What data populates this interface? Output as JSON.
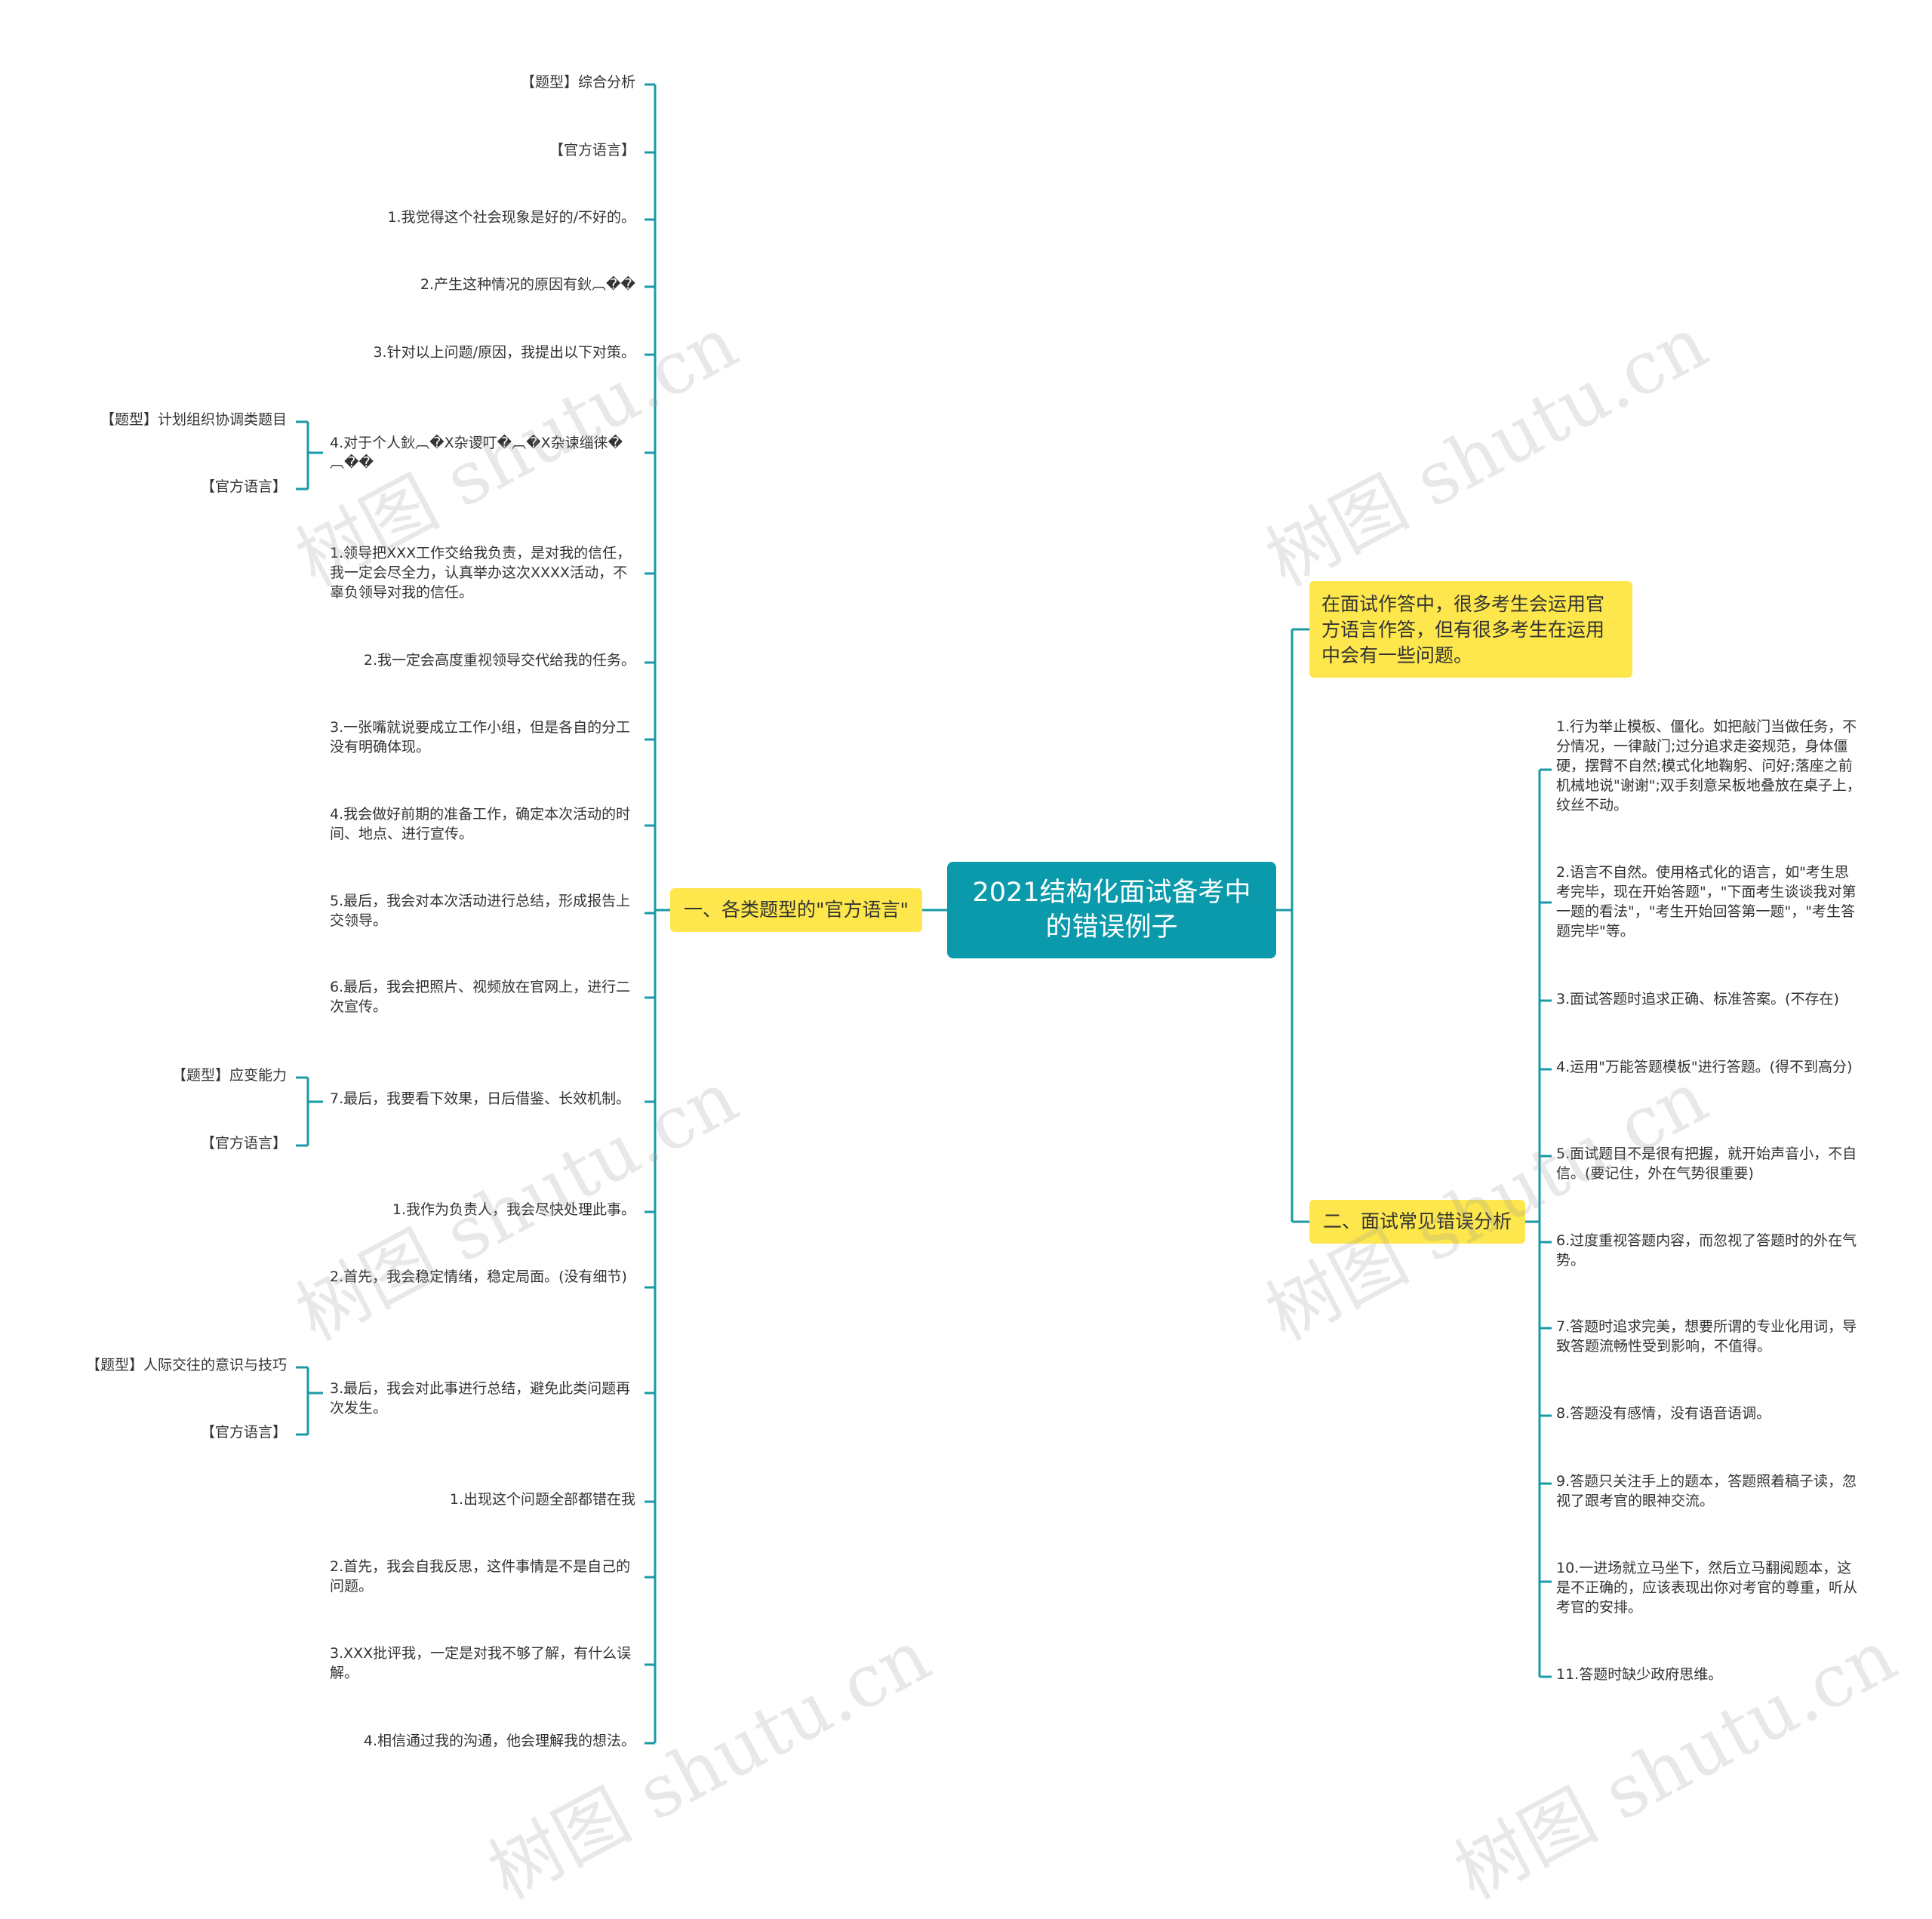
{
  "root": {
    "title": "2021结构化面试备考中的错误例子"
  },
  "left_branch": {
    "label": "一、各类题型的\"官方语言\"",
    "items": [
      "【题型】综合分析",
      "【官方语言】",
      "1.我觉得这个社会现象是好的/不好的。",
      "2.产生这种情况的原因有鈥︹��",
      "3.针对以上问题/原因，我提出以下对策。",
      "4.对于个人鈥︹�X杂谡叮�︹�X杂谏缁徕�︹��",
      "1.领导把XXX工作交给我负责，是对我的信任，我一定会尽全力，认真举办这次XXXX活动，不辜负领导对我的信任。",
      "2.我一定会高度重视领导交代给我的任务。",
      "3.一张嘴就说要成立工作小组，但是各自的分工没有明确体现。",
      "4.我会做好前期的准备工作，确定本次活动的时间、地点、进行宣传。",
      "5.最后，我会对本次活动进行总结，形成报告上交领导。",
      "6.最后，我会把照片、视频放在官网上，进行二次宣传。",
      "7.最后，我要看下效果，日后借鉴、长效机制。",
      "1.我作为负责人，我会尽快处理此事。",
      "2.首先，我会稳定情绪，稳定局面。(没有细节)",
      "3.最后，我会对此事进行总结，避免此类问题再次发生。",
      "1.出现这个问题全部都错在我",
      "2.首先，我会自我反思，这件事情是不是自己的问题。",
      "3.XXX批评我，一定是对我不够了解，有什么误解。",
      "4.相信通过我的沟通，他会理解我的想法。"
    ],
    "sub_groups": [
      [
        "【题型】计划组织协调类题目",
        "【官方语言】"
      ],
      [
        "【题型】应变能力",
        "【官方语言】"
      ],
      [
        "【题型】人际交往的意识与技巧",
        "【官方语言】"
      ]
    ]
  },
  "right_top": {
    "label": "在面试作答中，很多考生会运用官方语言作答，但有很多考生在运用中会有一些问题。"
  },
  "right_branch": {
    "label": "二、面试常见错误分析",
    "items": [
      "1.行为举止模板、僵化。如把敲门当做任务，不分情况，一律敲门;过分追求走姿规范，身体僵硬，摆臂不自然;模式化地鞠躬、问好;落座之前机械地说\"谢谢\";双手刻意呆板地叠放在桌子上，纹丝不动。",
      "2.语言不自然。使用格式化的语言，如\"考生思考完毕，现在开始答题\"，\"下面考生谈谈我对第一题的看法\"，\"考生开始回答第一题\"，\"考生答题完毕\"等。",
      "3.面试答题时追求正确、标准答案。(不存在)",
      "4.运用\"万能答题模板\"进行答题。(得不到高分)",
      "5.面试题目不是很有把握，就开始声音小，不自信。(要记住，外在气势很重要)",
      "6.过度重视答题内容，而忽视了答题时的外在气势。",
      "7.答题时追求完美，想要所谓的专业化用词，导致答题流畅性受到影响，不值得。",
      "8.答题没有感情，没有语音语调。",
      "9.答题只关注手上的题本，答题照着稿子读，忽视了跟考官的眼神交流。",
      "10.一进场就立马坐下，然后立马翻阅题本，这是不正确的，应该表现出你对考官的尊重，听从考官的安排。",
      "11.答题时缺少政府思维。"
    ]
  },
  "watermark": "树图 shutu.cn",
  "colors": {
    "line": "#1a9aa5",
    "root": "#0a9aab",
    "branch": "#fde74c"
  }
}
